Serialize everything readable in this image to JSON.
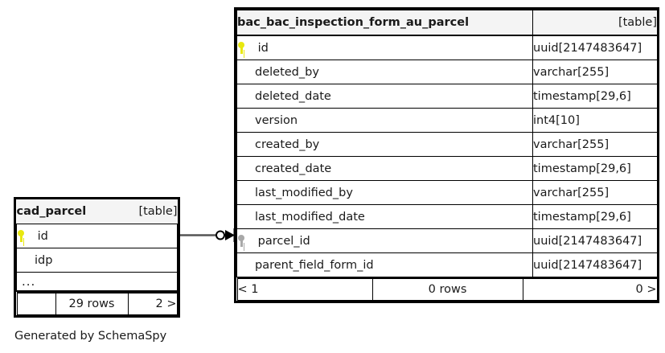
{
  "diagram": {
    "kind_label": "[table]",
    "credit": "Generated by SchemaSpy",
    "accent_pk_color": "#e8e80f",
    "accent_fk_color": "#a8a8a8",
    "line_color": "#555555",
    "header_bg": "#f4f4f4",
    "border_color": "#000000"
  },
  "tables": [
    {
      "id": "cad_parcel",
      "name": "cad_parcel",
      "kind": "[table]",
      "columns": [
        {
          "key": "pk",
          "key_icon": "key-icon-primary",
          "name": "id",
          "type": ""
        },
        {
          "key": "none",
          "key_icon": "",
          "name": "idp",
          "type": ""
        }
      ],
      "truncated_marker": "...",
      "footer": {
        "prev": "",
        "rows": "29 rows",
        "next": "2 >"
      }
    },
    {
      "id": "bac_bac_inspection_form_au_parcel",
      "name": "bac_bac_inspection_form_au_parcel",
      "kind": "[table]",
      "columns": [
        {
          "key": "pk",
          "key_icon": "key-icon-primary",
          "name": "id",
          "type": "uuid[2147483647]"
        },
        {
          "key": "none",
          "key_icon": "",
          "name": "deleted_by",
          "type": "varchar[255]"
        },
        {
          "key": "none",
          "key_icon": "",
          "name": "deleted_date",
          "type": "timestamp[29,6]"
        },
        {
          "key": "none",
          "key_icon": "",
          "name": "version",
          "type": "int4[10]"
        },
        {
          "key": "none",
          "key_icon": "",
          "name": "created_by",
          "type": "varchar[255]"
        },
        {
          "key": "none",
          "key_icon": "",
          "name": "created_date",
          "type": "timestamp[29,6]"
        },
        {
          "key": "none",
          "key_icon": "",
          "name": "last_modified_by",
          "type": "varchar[255]"
        },
        {
          "key": "none",
          "key_icon": "",
          "name": "last_modified_date",
          "type": "timestamp[29,6]"
        },
        {
          "key": "fk",
          "key_icon": "key-icon-foreign",
          "name": "parcel_id",
          "type": "uuid[2147483647]"
        },
        {
          "key": "none",
          "key_icon": "",
          "name": "parent_field_form_id",
          "type": "uuid[2147483647]"
        }
      ],
      "footer": {
        "prev": "< 1",
        "rows": "0 rows",
        "next": "0 >"
      }
    }
  ],
  "relationship": {
    "from_table": "cad_parcel",
    "from_column": "id",
    "to_table": "bac_bac_inspection_form_au_parcel",
    "to_column": "parcel_id",
    "from_cardinality": "optional-zero",
    "to_cardinality": "many-arrow"
  }
}
